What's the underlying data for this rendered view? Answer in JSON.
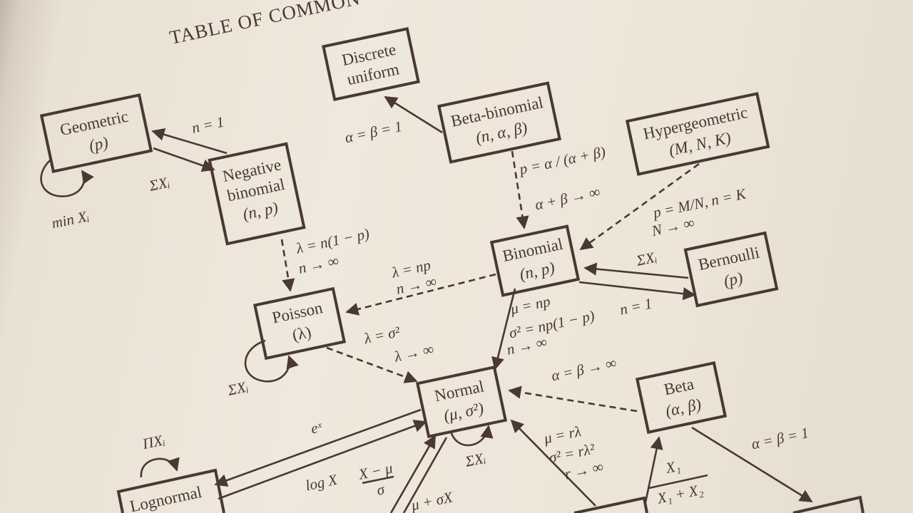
{
  "title": "TABLE OF COMMON",
  "nodes": {
    "discrete_uniform": {
      "name": "Discrete",
      "params": "uniform"
    },
    "geometric": {
      "name": "Geometric",
      "params": "(p)"
    },
    "negative_binomial": {
      "name1": "Negative",
      "name2": "binomial",
      "params": "(n, p)"
    },
    "beta_binomial": {
      "name": "Beta-binomial",
      "params": "(n, α, β)"
    },
    "hypergeometric": {
      "name": "Hypergeometric",
      "params": "(M, N, K)"
    },
    "binomial": {
      "name": "Binomial",
      "params": "(n, p)"
    },
    "bernoulli": {
      "name": "Bernoulli",
      "params": "(p)"
    },
    "poisson": {
      "name": "Poisson",
      "params": "(λ)"
    },
    "normal": {
      "name": "Normal",
      "params": "(μ, σ²)"
    },
    "beta": {
      "name": "Beta",
      "params": "(α, β)"
    },
    "lognormal": {
      "name": "Lognormal"
    }
  },
  "edge_labels": {
    "negbin_geo": "n = 1",
    "geo_negbin": "ΣXᵢ",
    "geo_loop": "min Xᵢ",
    "betabin_uniform": "α = β = 1",
    "betabin_binom_1": "p = α / (α + β)",
    "betabin_binom_2": "α + β → ∞",
    "hyper_binom_1": "p = M/N, n = K",
    "hyper_binom_2": "N → ∞",
    "negbin_poisson_1": "λ = n(1 − p)",
    "negbin_poisson_2": "n → ∞",
    "binom_poisson_1": "λ = np",
    "binom_poisson_2": "n → ∞",
    "bern_binom": "ΣXᵢ",
    "binom_bern": "n = 1",
    "binom_normal_1": "μ = np",
    "binom_normal_2": "σ² = np(1 − p)",
    "binom_normal_3": "n → ∞",
    "poisson_normal_1": "λ = σ²",
    "poisson_normal_2": "λ → ∞",
    "poisson_loop": "ΣXᵢ",
    "beta_normal": "α = β → ∞",
    "lognormal_loop": "ΠXᵢ",
    "normal_lognormal": "eˣ",
    "lognormal_normal": "log X",
    "normal_std_num": "X − μ",
    "normal_std_den": "σ",
    "std_normal": "μ + σX",
    "normal_loop": "ΣXᵢ",
    "gamma_normal_1": "μ = rλ",
    "gamma_normal_2": "σ² = rλ²",
    "gamma_normal_3": "r → ∞",
    "beta_ratio_num": "X₁",
    "beta_ratio_den": "X₁ + X₂",
    "beta_uniform": "α = β = 1"
  }
}
